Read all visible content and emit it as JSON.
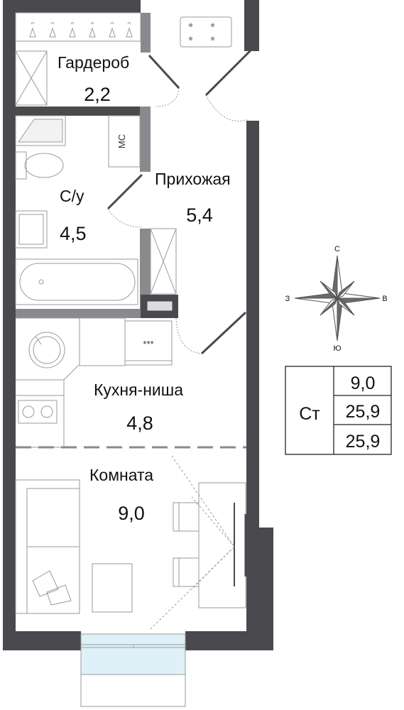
{
  "rooms": {
    "wardrobe": {
      "name": "Гардероб",
      "area": "2,2"
    },
    "bathroom": {
      "name": "С/у",
      "area": "4,5"
    },
    "hallway": {
      "name": "Прихожая",
      "area": "5,4"
    },
    "kitchen": {
      "name": "Кухня-ниша",
      "area": "4,8"
    },
    "living": {
      "name": "Комната",
      "area": "9,0"
    }
  },
  "fixtures": {
    "ms_label": "МС",
    "stove_marks": "***"
  },
  "compass": {
    "north": "С",
    "south": "Ю",
    "west": "З",
    "east": "В"
  },
  "summary": {
    "type_label": "Ст",
    "values": [
      "9,0",
      "25,9",
      "25,9"
    ]
  },
  "colors": {
    "wall": "#4a4a4e",
    "wall_light": "#8a8a8e",
    "line": "#9a9a9a",
    "window_glass": "#dff1f8",
    "text": "#111111"
  }
}
